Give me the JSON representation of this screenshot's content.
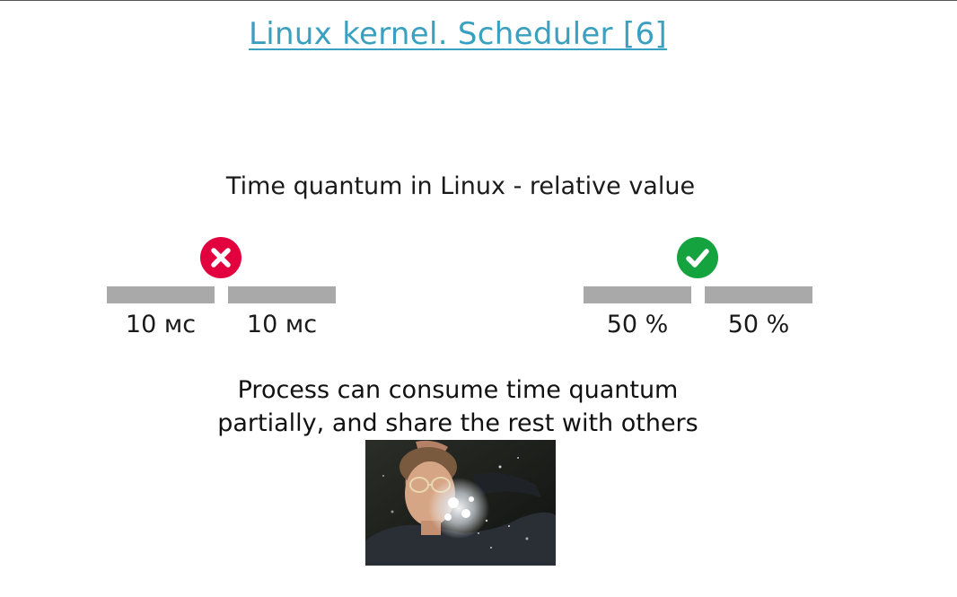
{
  "slide": {
    "title": "Linux kernel. Scheduler [6]",
    "subtitle": "Time quantum in Linux - relative value",
    "left_group": {
      "status": "x-icon",
      "status_color": "#e3003f",
      "bars": [
        {
          "label": "10 мс"
        },
        {
          "label": "10 мс"
        }
      ]
    },
    "right_group": {
      "status": "check-icon",
      "status_color": "#14a33e",
      "bars": [
        {
          "label": "50 %"
        },
        {
          "label": "50 %"
        }
      ]
    },
    "caption": {
      "line1": "Process can consume time quantum",
      "line2": "partially, and share the rest with others"
    }
  },
  "colors": {
    "link": "#3aa0bf",
    "bar": "#a9a9a9",
    "bad": "#e3003f",
    "good": "#14a33e"
  }
}
